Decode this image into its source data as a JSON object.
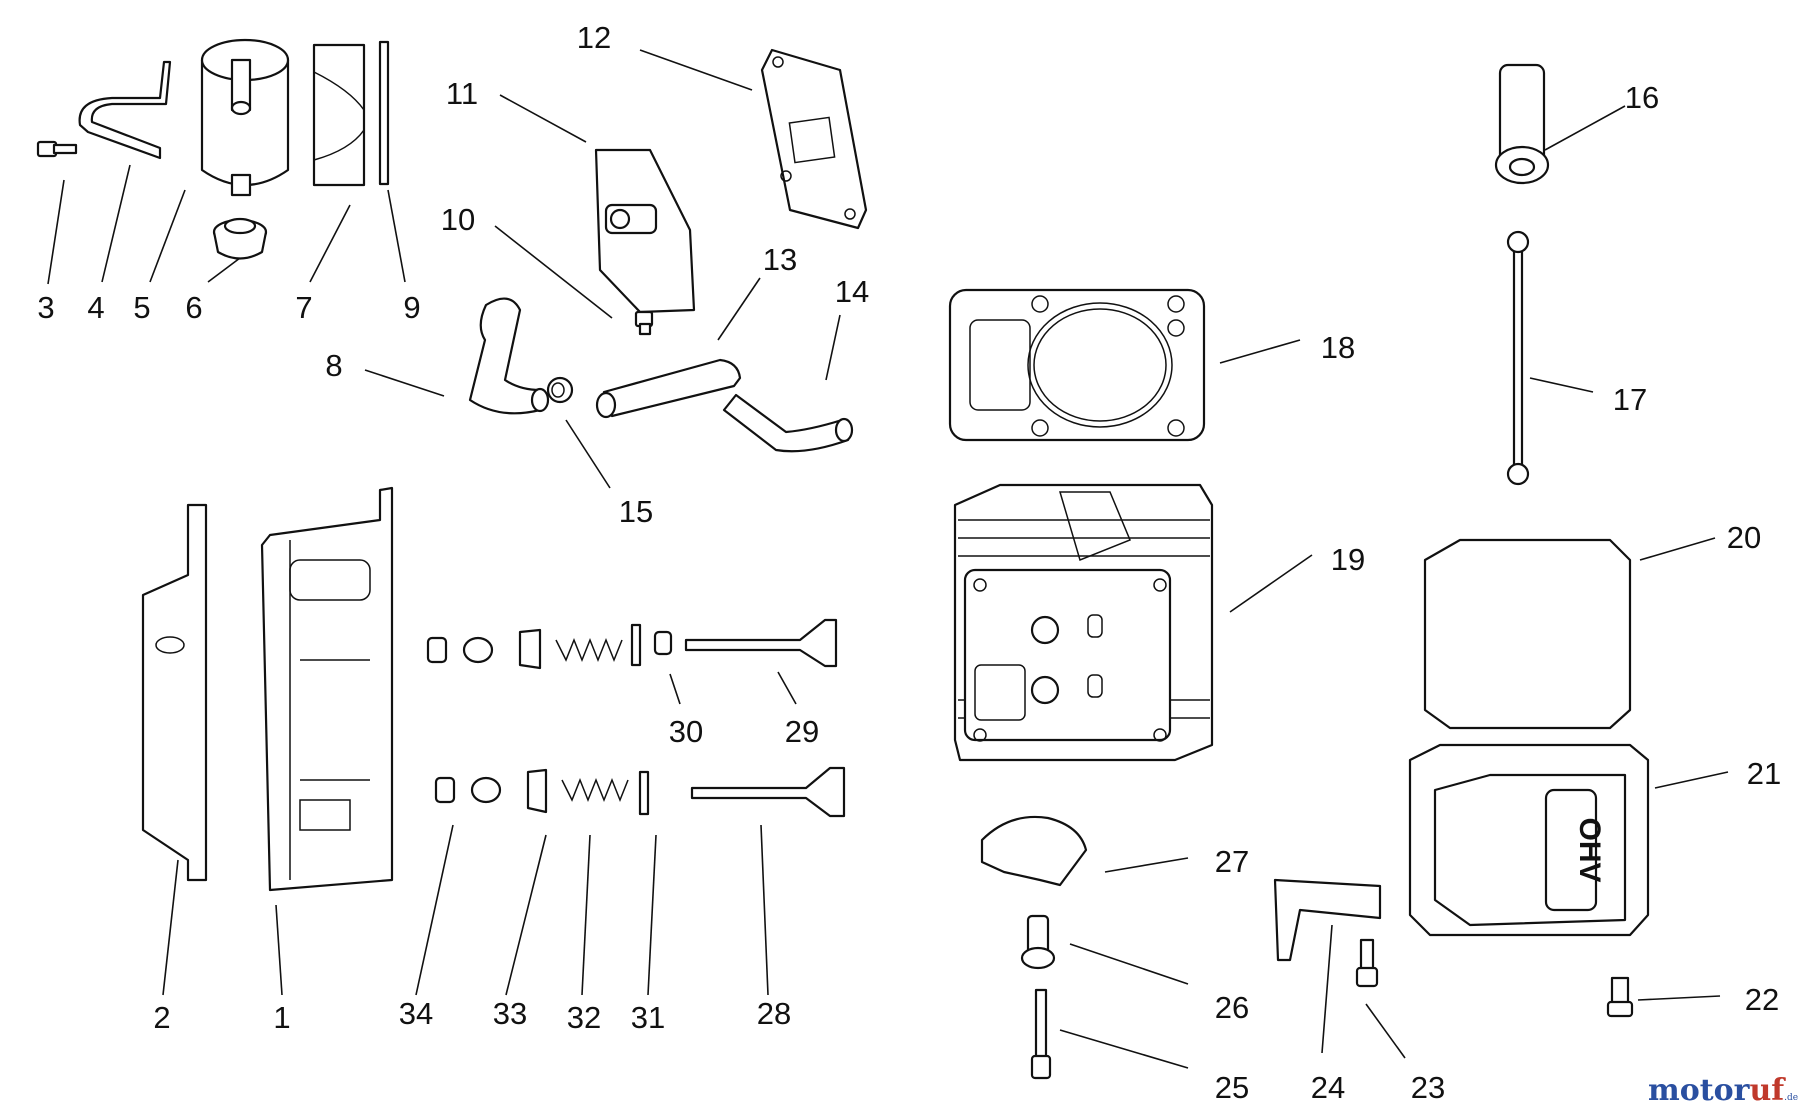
{
  "diagram": {
    "callouts": [
      {
        "id": "3",
        "label": "3"
      },
      {
        "id": "4",
        "label": "4"
      },
      {
        "id": "5",
        "label": "5"
      },
      {
        "id": "6",
        "label": "6"
      },
      {
        "id": "7",
        "label": "7"
      },
      {
        "id": "9",
        "label": "9"
      },
      {
        "id": "12",
        "label": "12"
      },
      {
        "id": "11",
        "label": "11"
      },
      {
        "id": "10",
        "label": "10"
      },
      {
        "id": "13",
        "label": "13"
      },
      {
        "id": "14",
        "label": "14"
      },
      {
        "id": "8",
        "label": "8"
      },
      {
        "id": "15",
        "label": "15"
      },
      {
        "id": "16",
        "label": "16"
      },
      {
        "id": "17",
        "label": "17"
      },
      {
        "id": "18",
        "label": "18"
      },
      {
        "id": "19",
        "label": "19"
      },
      {
        "id": "20",
        "label": "20"
      },
      {
        "id": "21",
        "label": "21"
      },
      {
        "id": "22",
        "label": "22"
      },
      {
        "id": "23",
        "label": "23"
      },
      {
        "id": "24",
        "label": "24"
      },
      {
        "id": "25",
        "label": "25"
      },
      {
        "id": "26",
        "label": "26"
      },
      {
        "id": "27",
        "label": "27"
      },
      {
        "id": "28",
        "label": "28"
      },
      {
        "id": "29",
        "label": "29"
      },
      {
        "id": "30",
        "label": "30"
      },
      {
        "id": "31",
        "label": "31"
      },
      {
        "id": "32",
        "label": "32"
      },
      {
        "id": "33",
        "label": "33"
      },
      {
        "id": "34",
        "label": "34"
      },
      {
        "id": "1",
        "label": "1"
      },
      {
        "id": "2",
        "label": "2"
      }
    ],
    "valve_cover_embossing": "OHV",
    "watermark": {
      "main": "motor",
      "accent": "uf",
      "suffix": ".de"
    }
  }
}
